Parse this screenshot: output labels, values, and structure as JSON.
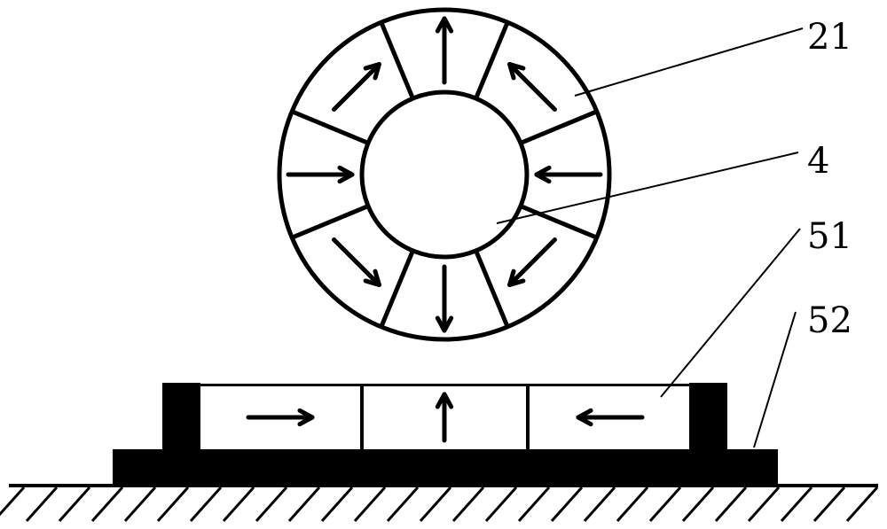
{
  "labels": {
    "ring_magnet": "21",
    "inner_core": "4",
    "linear_magnet_array": "51",
    "base_frame": "52"
  },
  "colors": {
    "ink": "#000000",
    "background": "#ffffff"
  }
}
